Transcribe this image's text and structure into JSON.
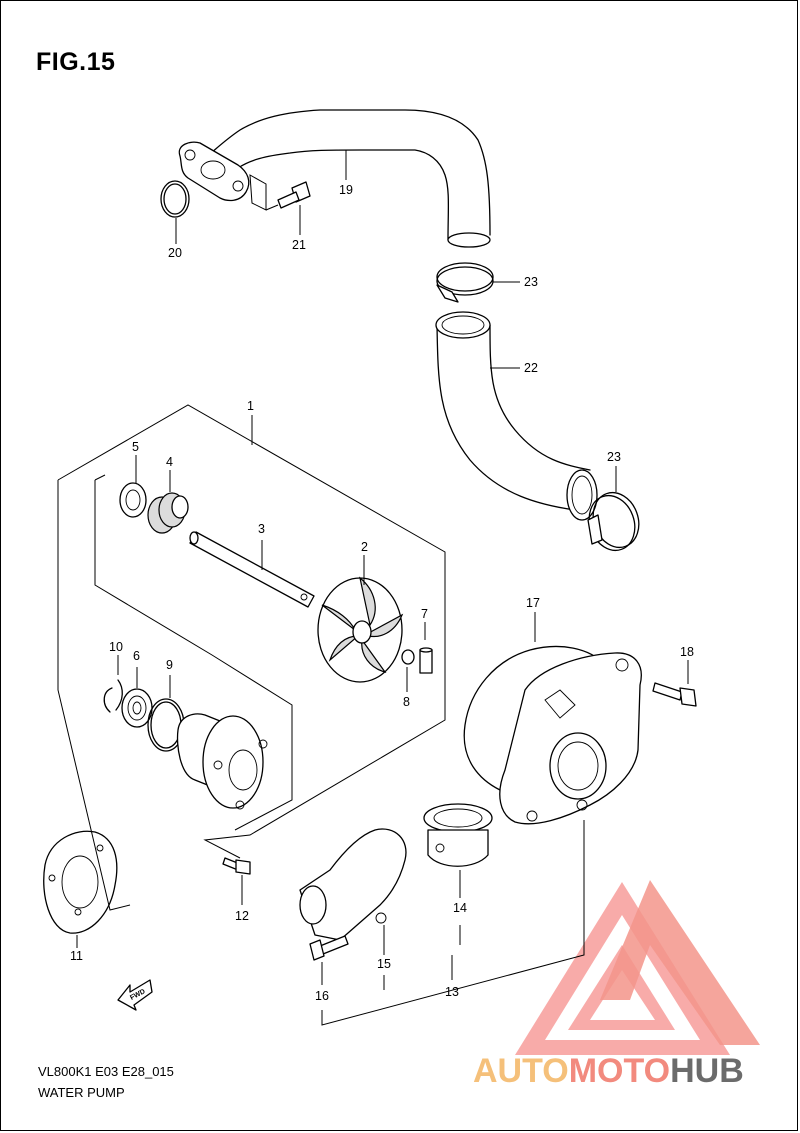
{
  "figure": {
    "title": "FIG.15"
  },
  "footer": {
    "code": "VL800K1 E03 E28_015",
    "name": "WATER PUMP"
  },
  "arrow_label": "FWD",
  "watermark": {
    "part1": "AUTO",
    "part2": "MOTO",
    "part3": "HUB",
    "color1": "#f5c07a",
    "color2": "#f28a7e",
    "color3": "#6b6b6b"
  },
  "callouts": {
    "c1": "1",
    "c2": "2",
    "c3": "3",
    "c4": "4",
    "c5": "5",
    "c6": "6",
    "c7": "7",
    "c8": "8",
    "c9": "9",
    "c10": "10",
    "c11": "11",
    "c12": "12",
    "c13": "13",
    "c14": "14",
    "c15": "15",
    "c16": "16",
    "c17": "17",
    "c18": "18",
    "c19": "19",
    "c20": "20",
    "c21": "21",
    "c22": "22",
    "c23a": "23",
    "c23b": "23"
  }
}
